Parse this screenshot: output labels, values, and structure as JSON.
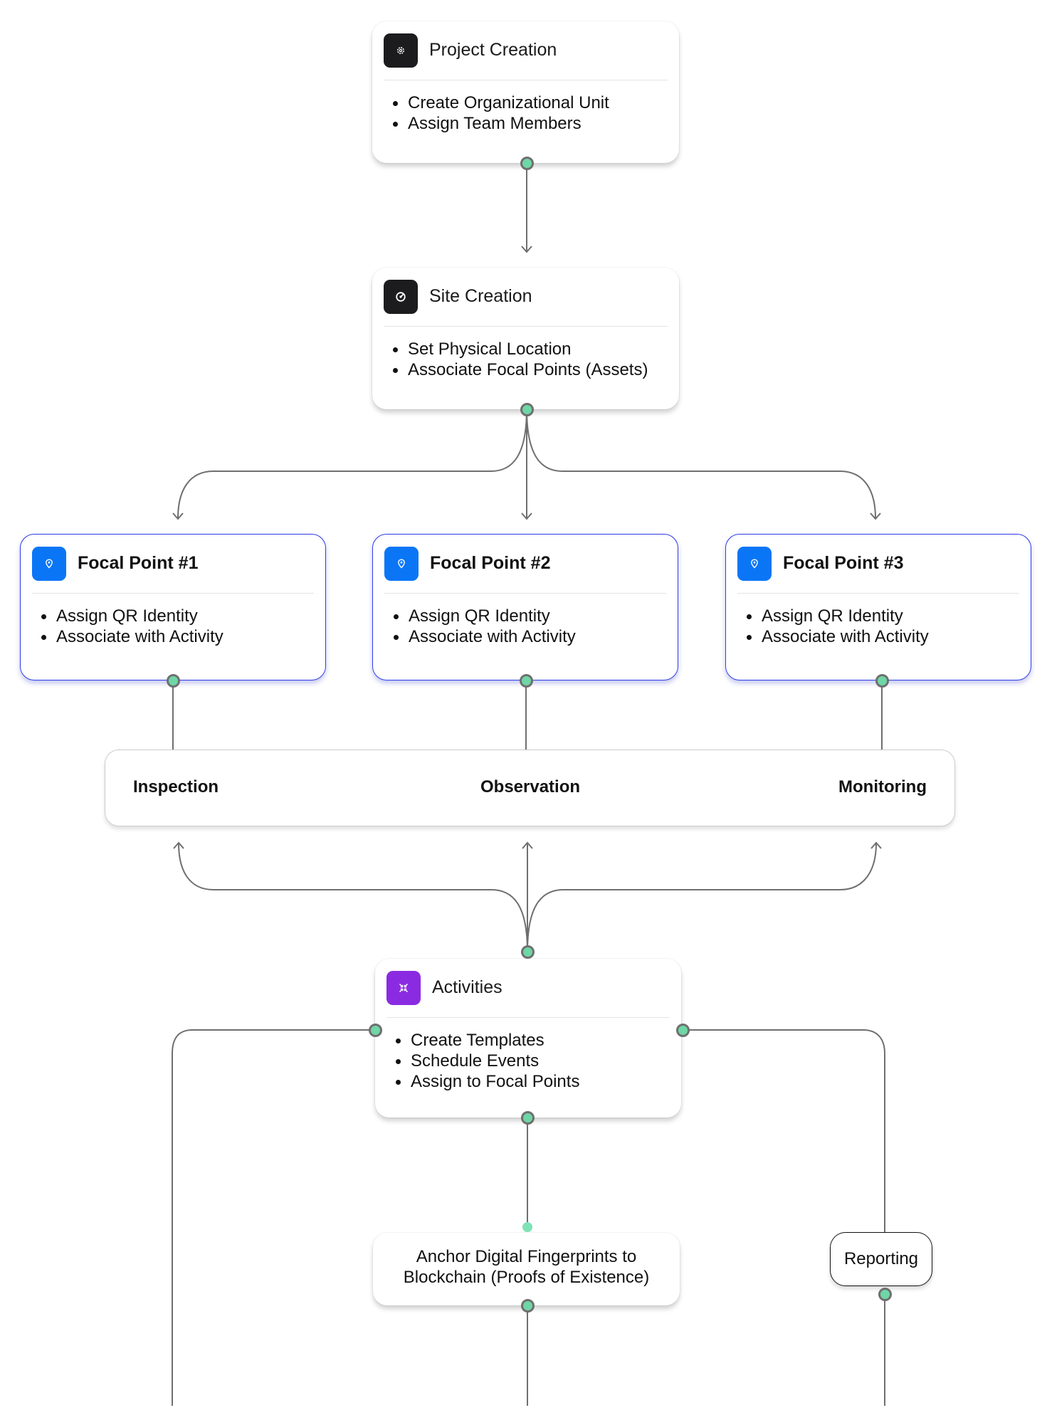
{
  "nodes": {
    "project_creation": {
      "title": "Project Creation",
      "icon": "gear-icon",
      "items": [
        "Create Organizational Unit",
        "Assign Team Members"
      ]
    },
    "site_creation": {
      "title": "Site Creation",
      "icon": "target-icon",
      "items": [
        "Set Physical Location",
        "Associate Focal Points (Assets)"
      ]
    },
    "focal_points": [
      {
        "title": "Focal Point #1",
        "icon": "map-pin-icon",
        "items": [
          "Assign QR Identity",
          "Associate with Activity"
        ]
      },
      {
        "title": "Focal Point #2",
        "icon": "map-pin-icon",
        "items": [
          "Assign QR Identity",
          "Associate with Activity"
        ]
      },
      {
        "title": "Focal Point #3",
        "icon": "map-pin-icon",
        "items": [
          "Assign QR Identity",
          "Associate with Activity"
        ]
      }
    ],
    "activity_types": [
      "Inspection",
      "Observation",
      "Monitoring"
    ],
    "activities": {
      "title": "Activities",
      "icon": "collapse-arrows-icon",
      "items": [
        "Create Templates",
        "Schedule Events",
        "Assign to Focal Points"
      ]
    },
    "anchor": {
      "lines": [
        "Anchor Digital Fingerprints to",
        "Blockchain (Proofs of Existence)"
      ]
    },
    "reporting": {
      "label": "Reporting"
    }
  },
  "colors": {
    "focal_border": "#2f3ee6",
    "focal_icon_bg": "#0a76f6",
    "dark_icon_bg": "#1c1c1e",
    "activities_icon_bg": "#8a2be2",
    "connector_dot_fill": "#6fd6a6",
    "connector_line": "#6f6f6f"
  }
}
